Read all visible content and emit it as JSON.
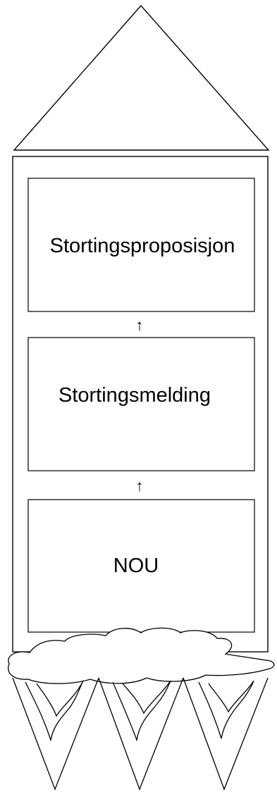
{
  "diagram": {
    "stages": [
      {
        "label": "Stortingsproposisjon"
      },
      {
        "label": "Stortingsmelding"
      },
      {
        "label": "NOU"
      }
    ],
    "arrow_glyph": "↑",
    "arrows": [
      {
        "from": "NOU",
        "to": "Stortingsmelding"
      },
      {
        "from": "Stortingsmelding",
        "to": "Stortingsproposisjon"
      }
    ],
    "colors": {
      "stroke": "#000000",
      "background": "#ffffff"
    },
    "icons": [
      "rocket-nose-cone",
      "rocket-body",
      "exhaust-smoke-cloud",
      "rocket-flames"
    ]
  }
}
